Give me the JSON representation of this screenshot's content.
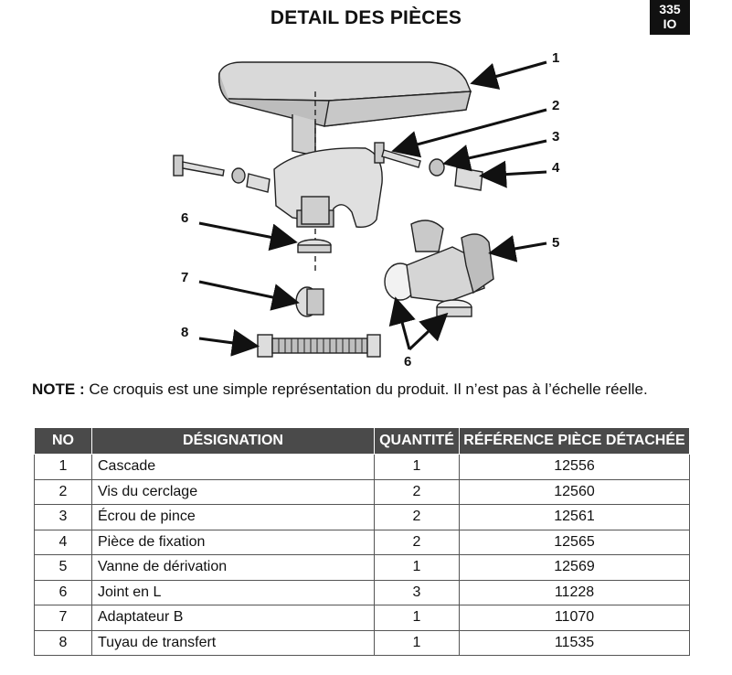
{
  "page": {
    "title": "DETAIL DES PIÈCES",
    "badge": {
      "line1": "335",
      "line2": "IO"
    }
  },
  "callouts": [
    "1",
    "2",
    "3",
    "4",
    "5",
    "6",
    "7",
    "8",
    "6"
  ],
  "note": {
    "label": "NOTE :",
    "text": "Ce croquis est une simple représentation du produit. Il n’est pas à l’échelle réelle."
  },
  "table": {
    "headers": [
      "NO",
      "DÉSIGNATION",
      "QUANTITÉ",
      "RÉFÉRENCE PIÈCE DÉTACHÉE"
    ],
    "rows": [
      {
        "no": "1",
        "name": "Cascade",
        "qty": "1",
        "ref": "12556"
      },
      {
        "no": "2",
        "name": "Vis du cerclage",
        "qty": "2",
        "ref": "12560"
      },
      {
        "no": "3",
        "name": "Écrou de pince",
        "qty": "2",
        "ref": "12561"
      },
      {
        "no": "4",
        "name": "Pièce de fixation",
        "qty": "2",
        "ref": "12565"
      },
      {
        "no": "5",
        "name": "Vanne de dérivation",
        "qty": "1",
        "ref": "12569"
      },
      {
        "no": "6",
        "name": "Joint en L",
        "qty": "3",
        "ref": "11228"
      },
      {
        "no": "7",
        "name": "Adaptateur B",
        "qty": "1",
        "ref": "11070"
      },
      {
        "no": "8",
        "name": "Tuyau de transfert",
        "qty": "1",
        "ref": "11535"
      }
    ]
  }
}
